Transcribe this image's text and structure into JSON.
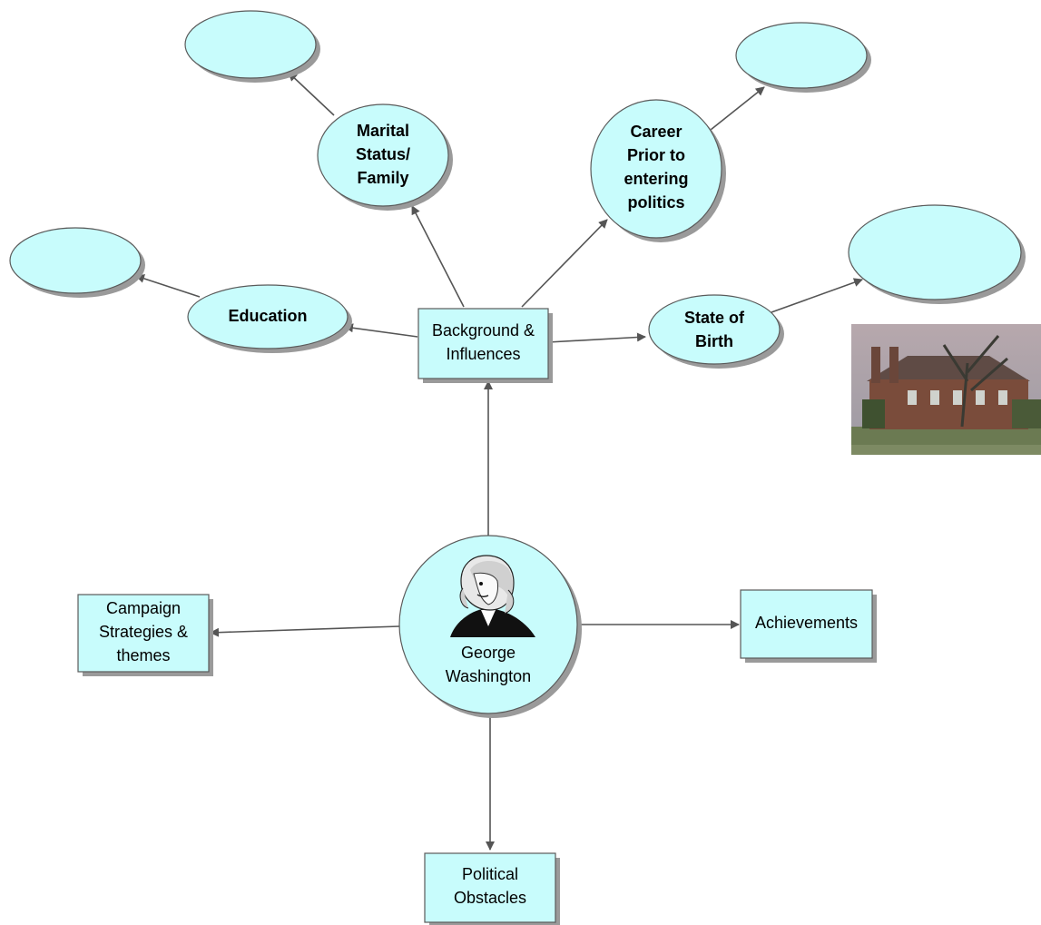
{
  "diagram": {
    "central": {
      "line1": "George",
      "line2": "Washington",
      "portrait_icon": "george-washington-portrait"
    },
    "boxes": {
      "background": {
        "line1": "Background &",
        "line2": "Influences"
      },
      "campaign": {
        "line1": "Campaign",
        "line2": "Strategies &",
        "line3": "themes"
      },
      "achievements": {
        "line1": "Achievements"
      },
      "obstacles": {
        "line1": "Political",
        "line2": "Obstacles"
      }
    },
    "ovals": {
      "education": {
        "line1": "Education"
      },
      "marital": {
        "line1": "Marital",
        "line2": "Status/",
        "line3": "Family"
      },
      "career": {
        "line1": "Career",
        "line2": "Prior to",
        "line3": "entering",
        "line4": "politics"
      },
      "state": {
        "line1": "State of",
        "line2": "Birth"
      }
    },
    "photo": {
      "subject": "colonial-house-photo"
    },
    "colors": {
      "fill": "#c8fcfc",
      "stroke": "#5a5a5a",
      "shadow": "#9a9a9a",
      "arrow": "#555555"
    }
  }
}
